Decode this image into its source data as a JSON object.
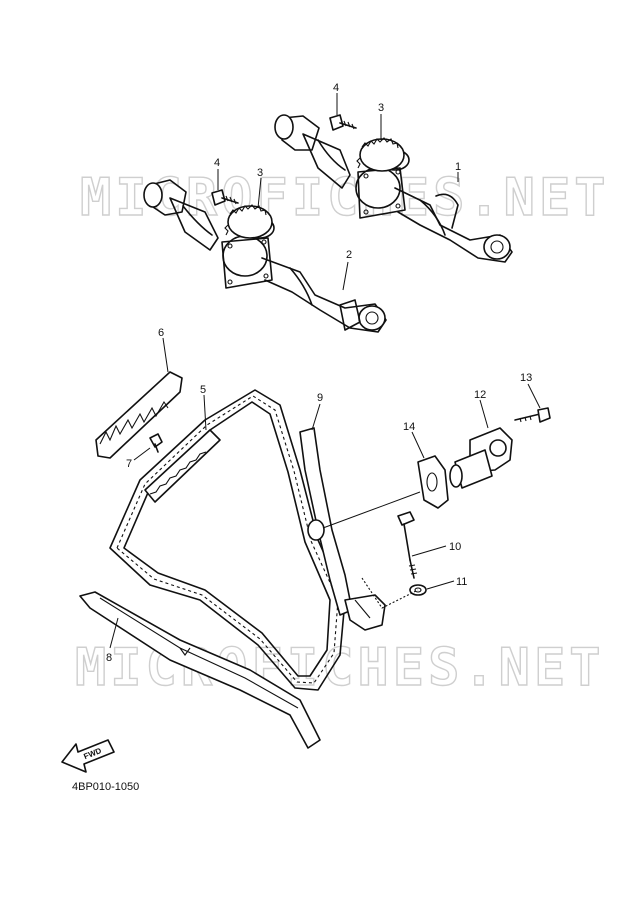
{
  "watermark": {
    "top": "MICROFICHES.NET",
    "bottom": "MICROFICHES.NET"
  },
  "callouts": [
    {
      "id": "1",
      "label": "1"
    },
    {
      "id": "2",
      "label": "2"
    },
    {
      "id": "3a",
      "label": "3"
    },
    {
      "id": "3b",
      "label": "3"
    },
    {
      "id": "4a",
      "label": "4"
    },
    {
      "id": "4b",
      "label": "4"
    },
    {
      "id": "5",
      "label": "5"
    },
    {
      "id": "6",
      "label": "6"
    },
    {
      "id": "7",
      "label": "7"
    },
    {
      "id": "8",
      "label": "8"
    },
    {
      "id": "9",
      "label": "9"
    },
    {
      "id": "10",
      "label": "10"
    },
    {
      "id": "11",
      "label": "11"
    },
    {
      "id": "12",
      "label": "12"
    },
    {
      "id": "13",
      "label": "13"
    },
    {
      "id": "14",
      "label": "14"
    }
  ],
  "direction_arrow": "FWD",
  "diagram_code": "4BP010-1050"
}
